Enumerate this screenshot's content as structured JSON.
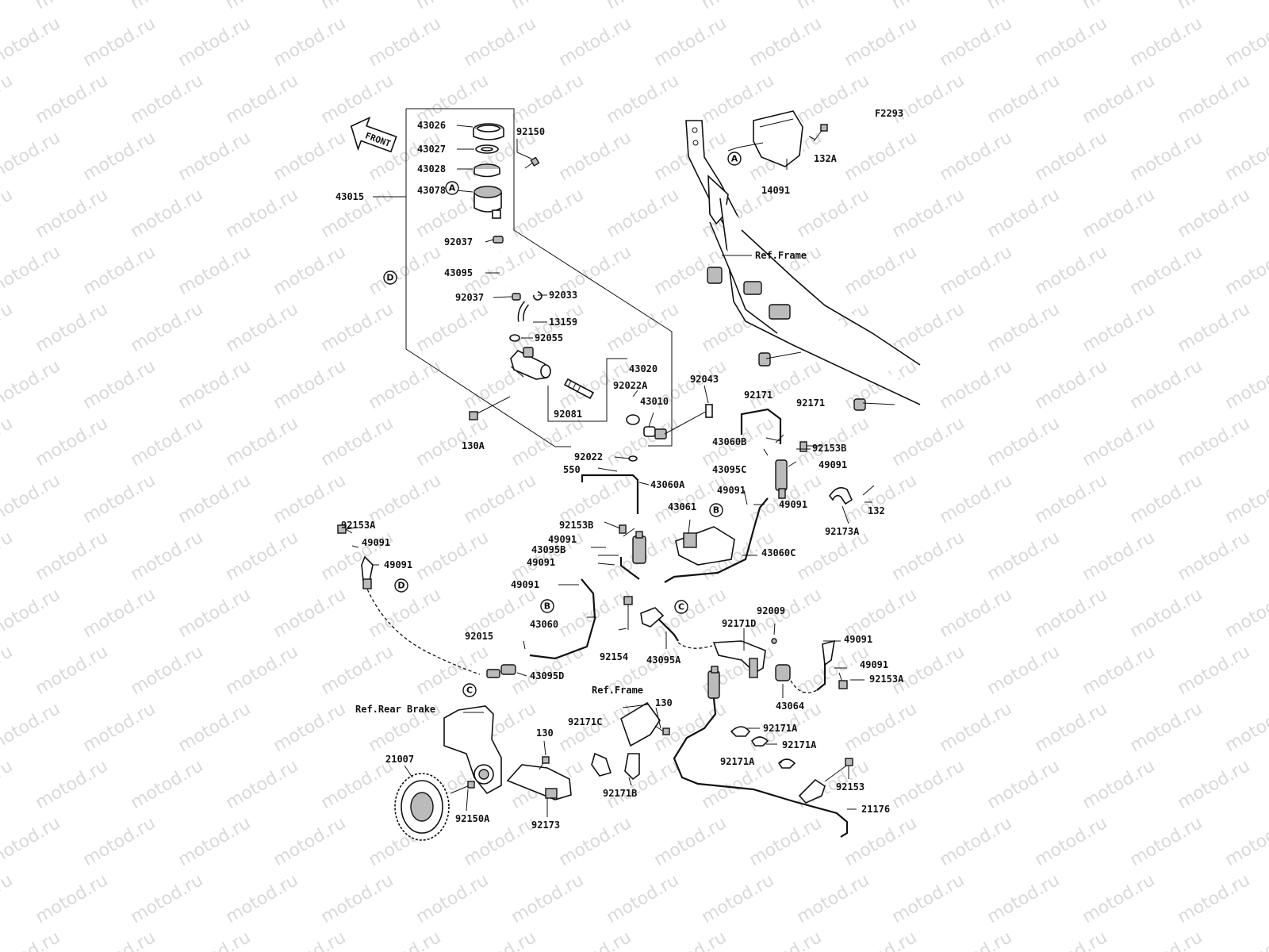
{
  "figure_code": "F2293",
  "front_label": "FRONT",
  "watermark": "motod.ru",
  "reference_labels": {
    "frame_top": "Ref.Frame",
    "frame_bottom": "Ref.Frame",
    "rear_brake": "Ref.Rear Brake"
  },
  "circle_markers": [
    "A",
    "A",
    "B",
    "B",
    "C",
    "C",
    "D",
    "D"
  ],
  "part_numbers": [
    "43026",
    "43027",
    "43028",
    "43078",
    "43015",
    "92150",
    "92037",
    "43095",
    "92037",
    "92033",
    "13159",
    "92055",
    "43020",
    "92022A",
    "43010",
    "92081",
    "130A",
    "92022",
    "550",
    "92043",
    "43060A",
    "43060B",
    "92153B",
    "43095C",
    "49091",
    "49091",
    "49091",
    "43061",
    "132",
    "92173A",
    "92153A",
    "49091",
    "49091",
    "92153B",
    "49091",
    "43095B",
    "49091",
    "49091",
    "43060C",
    "43060",
    "92015",
    "43095D",
    "92154",
    "43095A",
    "92009",
    "92171D",
    "49091",
    "49091",
    "92153A",
    "43064",
    "130",
    "92171C",
    "92171A",
    "92171A",
    "92171A",
    "92153",
    "21176",
    "21007",
    "130",
    "92150A",
    "92173",
    "92171B",
    "14091",
    "132A",
    "92171",
    "92171"
  ]
}
